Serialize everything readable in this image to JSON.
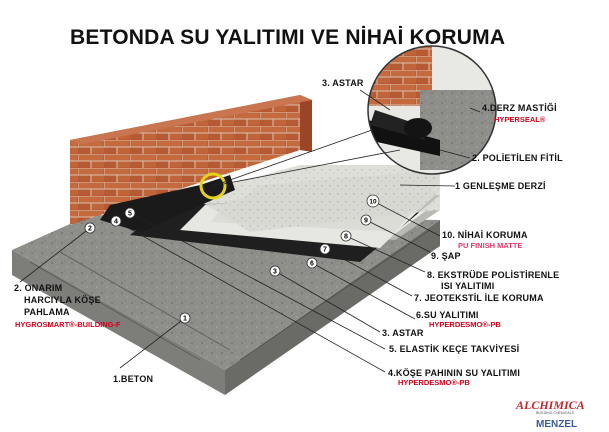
{
  "title": "BETONDA SU YALITIMI VE NİHAİ KORUMA",
  "labels": {
    "astar_top": "3. ASTAR",
    "derz_mastigi": "4.DERZ MASTİĞİ",
    "hyperseal": "HYPERSEAL®",
    "polietilen": "2. POLİETİLEN FİTİL",
    "genlesme": "1 GENLEŞME DERZİ",
    "nihai": "10. NİHAİ KORUMA",
    "pu_finish": "PU FINISH MATTE",
    "sap": "9. ŞAP",
    "ekstrude_1": "8. EKSTRÜDE POLİSTİRENLE",
    "ekstrude_2": "ISI YALITIMI",
    "jeotekstil": "7. JEOTEKSTİL  İLE KORUMA",
    "su_yalitimi": "6.SU YALITIMI",
    "hyperdesmo_1": "HYPERDESMO®-PB",
    "astar_bottom": "3. ASTAR",
    "elastik": "5. ELASTİK KEÇE TAKVİYESİ",
    "kose_pahi": "4.KÖŞE PAHININ SU YALITIMI",
    "hyperdesmo_2": "HYPERDESMO®-PB",
    "onarim_1": "2. ONARIM",
    "onarim_2": "HARCIYLA KÖŞE",
    "onarim_3": "PAHLAMA",
    "hygrosmart": "HYGROSMART®-BUILDING-F",
    "beton": "1.BETON"
  },
  "markers": [
    "1",
    "2",
    "3",
    "4",
    "5",
    "6",
    "7",
    "8",
    "9",
    "10"
  ],
  "logo": {
    "brand": "ALCHIMICA",
    "tagline": "BUILDING CHEMICALS",
    "partner": "MENZEL"
  },
  "colors": {
    "brick": "#b4502e",
    "concrete": "#9a9a96",
    "membrane": "#1c1c1c",
    "accent_red": "#d0021b"
  }
}
